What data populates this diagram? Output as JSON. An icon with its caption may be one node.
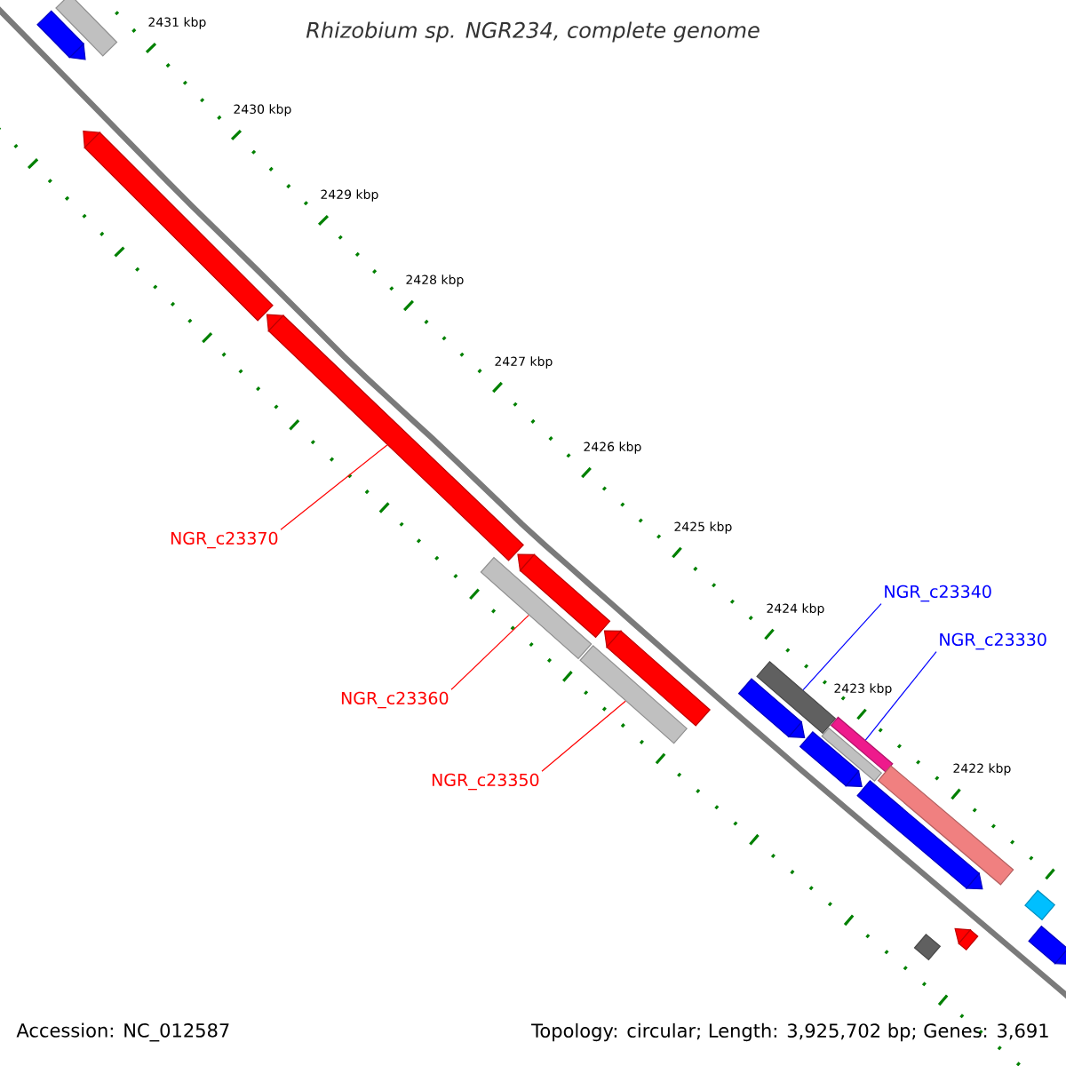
{
  "diagram": {
    "title": "Rhizobium sp. NGR234, complete genome",
    "nodes": [
      {
        "text": [],
        "shape": "bar"
      },
      {
        "text": [],
        "shape": "bar"
      },
      {
        "text": [],
        "shape": "bar"
      },
      {
        "text": [],
        "shape": "bar"
      },
      {
        "text": [
          "NGR_c23370"
        ]
      },
      {
        "text": [],
        "shape": "bar"
      },
      {
        "text": [],
        "shape": "bar"
      },
      {
        "text": [
          "NGR_c23340"
        ]
      },
      {
        "text": [],
        "shape": "bar"
      },
      {
        "text": [
          "NGR_c23330"
        ]
      },
      {
        "text": [],
        "shape": "bar"
      },
      {
        "text": [],
        "shape": "bar"
      },
      {
        "text": [],
        "shape": "bar"
      },
      {
        "text": [
          "NGR_c23360"
        ]
      },
      {
        "text": [],
        "shape": "bar"
      },
      {
        "text": [],
        "shape": "bar"
      },
      {
        "text": [],
        "shape": "bar"
      },
      {
        "text": [],
        "shape": "bar"
      },
      {
        "text": [
          "NGR_c23350"
        ]
      },
      {
        "text": [],
        "shape": "bar"
      },
      {
        "text": [],
        "shape": "bar"
      },
      {
        "text": [],
        "shape": "bar"
      },
      {
        "text": [],
        "shape": "bar"
      },
      {
        "text": [],
        "shape": "bar"
      }
    ],
    "edges": [
      {
        "from": 4,
        "to": 3,
        "arrow": "none"
      },
      {
        "from": 13,
        "to": 6,
        "arrow": "none"
      },
      {
        "from": 18,
        "to": 10,
        "arrow": "none"
      },
      {
        "from": 7,
        "to": 11,
        "arrow": "none",
        "color": "#0000ff"
      },
      {
        "from": 9,
        "to": 14,
        "arrow": "none",
        "color": "#0000ff"
      }
    ],
    "labels": [
      "2431 kbp",
      "2430 kbp",
      "2429 kbp",
      "2428 kbp",
      "2427 kbp",
      "2426 kbp",
      "2425 kbp",
      "2424 kbp",
      "2423 kbp",
      "2422 kbp",
      "Accession: NC_012587",
      "Topology: circular; Length: 3,925,702 bp; Genes: 3,691"
    ]
  }
}
